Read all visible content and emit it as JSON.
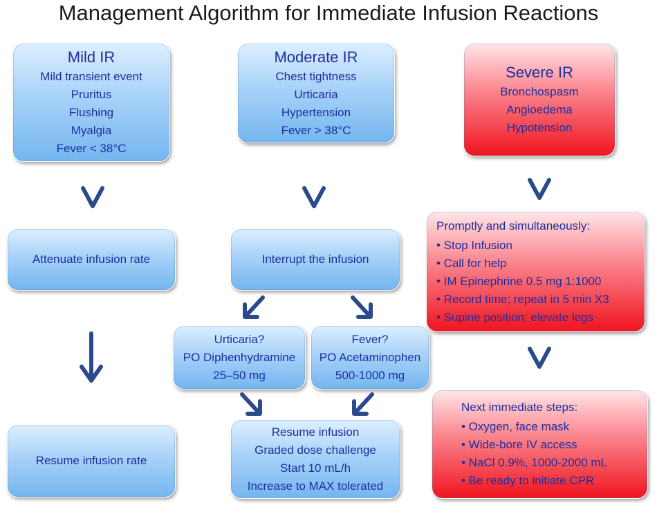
{
  "title": "Management Algorithm for Immediate Infusion Reactions",
  "mild": {
    "heading": "Mild IR",
    "items": [
      "Mild transient event",
      "Pruritus",
      "Flushing",
      "Myalgia",
      "Fever < 38°C"
    ],
    "step1": "Attenuate infusion rate",
    "step2": "Resume infusion rate"
  },
  "moderate": {
    "heading": "Moderate IR",
    "items": [
      "Chest tightness",
      "Urticaria",
      "Hypertension",
      "Fever > 38°C"
    ],
    "step1": "Interrupt the infusion",
    "urticaria": [
      "Urticaria?",
      "PO Diphenhydramine",
      "25–50 mg"
    ],
    "fever": [
      "Fever?",
      "PO Acetaminophen",
      "500-1000 mg"
    ],
    "resume": [
      "Resume infusion",
      "Graded dose challenge",
      "Start 10 mL/h",
      "Increase to MAX tolerated"
    ]
  },
  "severe": {
    "heading": "Severe IR",
    "items": [
      "Bronchospasm",
      "Angioedema",
      "Hypotension"
    ],
    "prompt_heading": "Promptly and simultaneously:",
    "prompt_items": [
      "• Stop Infusion",
      "• Call for help",
      "• IM Epinephrine 0.5 mg 1:1000",
      "• Record time; repeat in 5 min X3",
      "• Supine position; elevate legs"
    ],
    "next_heading": "Next immediate steps:",
    "next_items": [
      "• Oxygen, face mask",
      "• Wide-bore IV access",
      "• NaCl 0.9%, 1000-2000 mL",
      "• Be ready to initiate CPR"
    ]
  },
  "colors": {
    "text": "#1c2ea0",
    "arrow": "#2a4a8a",
    "blue_box": "#8cc4f4",
    "red_box": "#f0141f"
  }
}
